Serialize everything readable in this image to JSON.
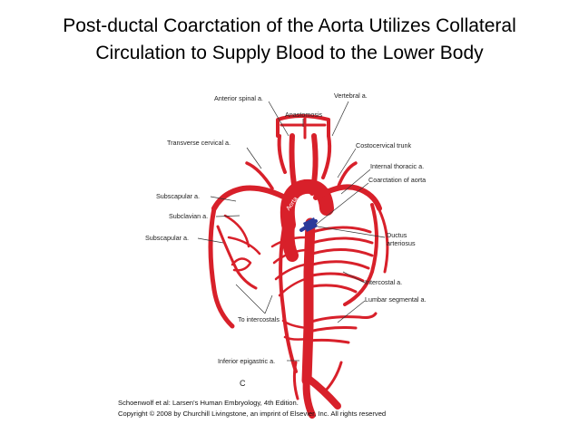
{
  "title": {
    "line1": "Post-ductal Coarctation of the Aorta Utilizes Collateral",
    "line2": "Circulation to Supply Blood to the Lower Body"
  },
  "diagram": {
    "labels": {
      "anterior_spinal": "Anterior spinal a.",
      "vertebral": "Vertebral a.",
      "anastomosis": "Anastomosis",
      "transverse_cervical": "Transverse cervical a.",
      "costocervical_trunk": "Costocervical trunk",
      "internal_thoracic": "Internal thoracic a.",
      "coarctation": "Coarctation of aorta",
      "subscapular_upper": "Subscapular a.",
      "subclavian": "Subclavian a.",
      "subscapular_lower": "Subscapular a.",
      "ductus_line1": "Ductus",
      "ductus_line2": "arteriosus",
      "intercostal": "Intercostal a.",
      "lumbar_segmental": "Lumbar segmental a.",
      "to_intercostals": "To intercostals",
      "inferior_epigastric": "Inferior epigastric a.",
      "aorta": "Aorta",
      "panel": "C"
    },
    "colors": {
      "artery": "#d8202a",
      "ductus": "#2a3a9a",
      "leader": "#333333"
    }
  },
  "credit": {
    "line1": "Schoenwolf et al: Larsen's Human Embryology, 4th Edition.",
    "line2": "Copyright © 2008 by Churchill Livingstone, an imprint of Elsevier, Inc. All rights reserved"
  }
}
